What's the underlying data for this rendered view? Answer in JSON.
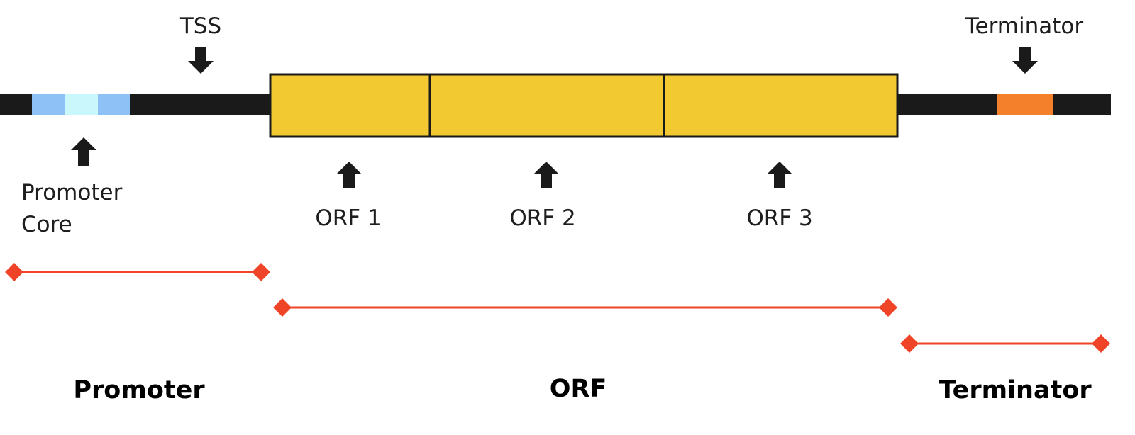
{
  "colors": {
    "dna_strand": "#1a1a1a",
    "promoter_core_outer": "#8ec1f5",
    "promoter_core_inner": "#c9f7fb",
    "orf_fill": "#f2c931",
    "terminator_band": "#f4802b",
    "region_line": "#ef4427",
    "arrow": "#1a1a1a"
  },
  "labels": {
    "tss": "TSS",
    "terminator_top": "Terminator",
    "promoter_core_line1": "Promoter",
    "promoter_core_line2": "Core",
    "orf1": "ORF 1",
    "orf2": "ORF 2",
    "orf3": "ORF 3"
  },
  "regions": {
    "promoter": "Promoter",
    "orf": "ORF",
    "terminator": "Terminator"
  }
}
